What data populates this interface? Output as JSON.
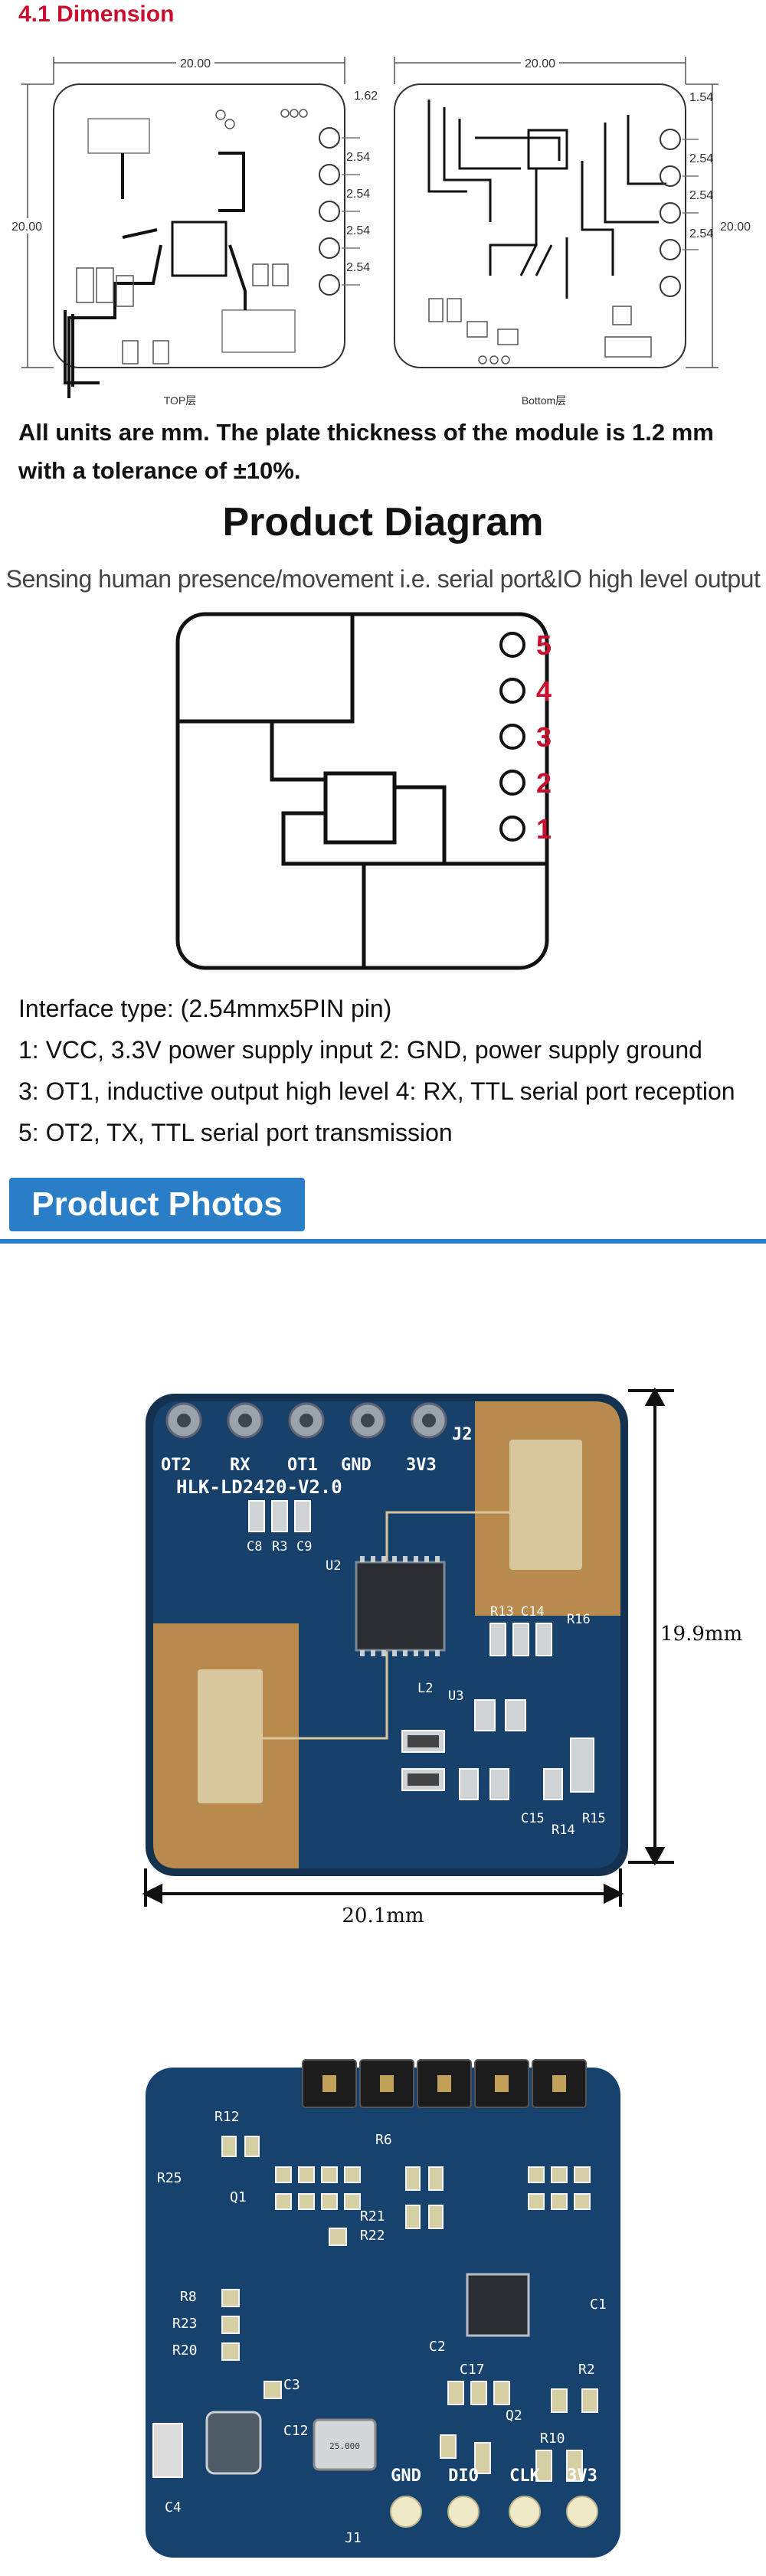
{
  "section": {
    "title": "4.1 Dimension"
  },
  "dimension_drawing": {
    "top_width": "20.00",
    "bottom_width": "20.00",
    "left_height": "20.00",
    "right_height": "20.00",
    "pitch_top": [
      "1.62",
      "2.54",
      "2.54",
      "2.54",
      "2.54"
    ],
    "pitch_bottom": [
      "1.54",
      "2.54",
      "2.54",
      "2.54"
    ],
    "top_caption": "TOP层",
    "bottom_caption": "Bottom层"
  },
  "note": {
    "line1": "All units are mm. The plate thickness of the module is 1.2 mm",
    "line2": "with a tolerance of ±10%."
  },
  "product_diagram": {
    "title": "Product Diagram",
    "subtitle": "Sensing human presence/movement i.e. serial port&IO high level output",
    "pins": [
      "5",
      "4",
      "3",
      "2",
      "1"
    ],
    "pin_color": "#c8102e"
  },
  "interface": {
    "line1": "Interface type: (2.54mmx5PIN pin)",
    "line2": "1: VCC, 3.3V power supply input 2: GND, power supply ground",
    "line3": "3: OT1, inductive output high level 4: RX, TTL serial port reception",
    "line4": "5: OT2, TX, TTL serial port transmission"
  },
  "product_photos": {
    "tab_label": "Product Photos",
    "accent": "#2a7ec7",
    "photo1": {
      "height_label": "19.9mm",
      "width_label": "20.1mm",
      "silkscreen_pins": [
        "OT2",
        "RX",
        "OT1",
        "GND",
        "3V3"
      ],
      "silkscreen_name": "HLK-LD2420-V2.0",
      "header_label": "J2",
      "components": [
        "C8",
        "R3",
        "C9",
        "U2",
        "R13",
        "C14",
        "R16",
        "L2",
        "U3",
        "C15",
        "R14",
        "R15"
      ]
    },
    "photo2": {
      "bottom_pins": [
        "GND",
        "DIO",
        "CLK",
        "3V3"
      ],
      "crystal": "25.000",
      "components": [
        "R12",
        "Q1",
        "R25",
        "R8",
        "R23",
        "R20",
        "C3",
        "C4",
        "J1",
        "R6",
        "R21",
        "R22",
        "Q2",
        "R10",
        "R2",
        "C1",
        "C17",
        "C12",
        "C2"
      ]
    }
  }
}
